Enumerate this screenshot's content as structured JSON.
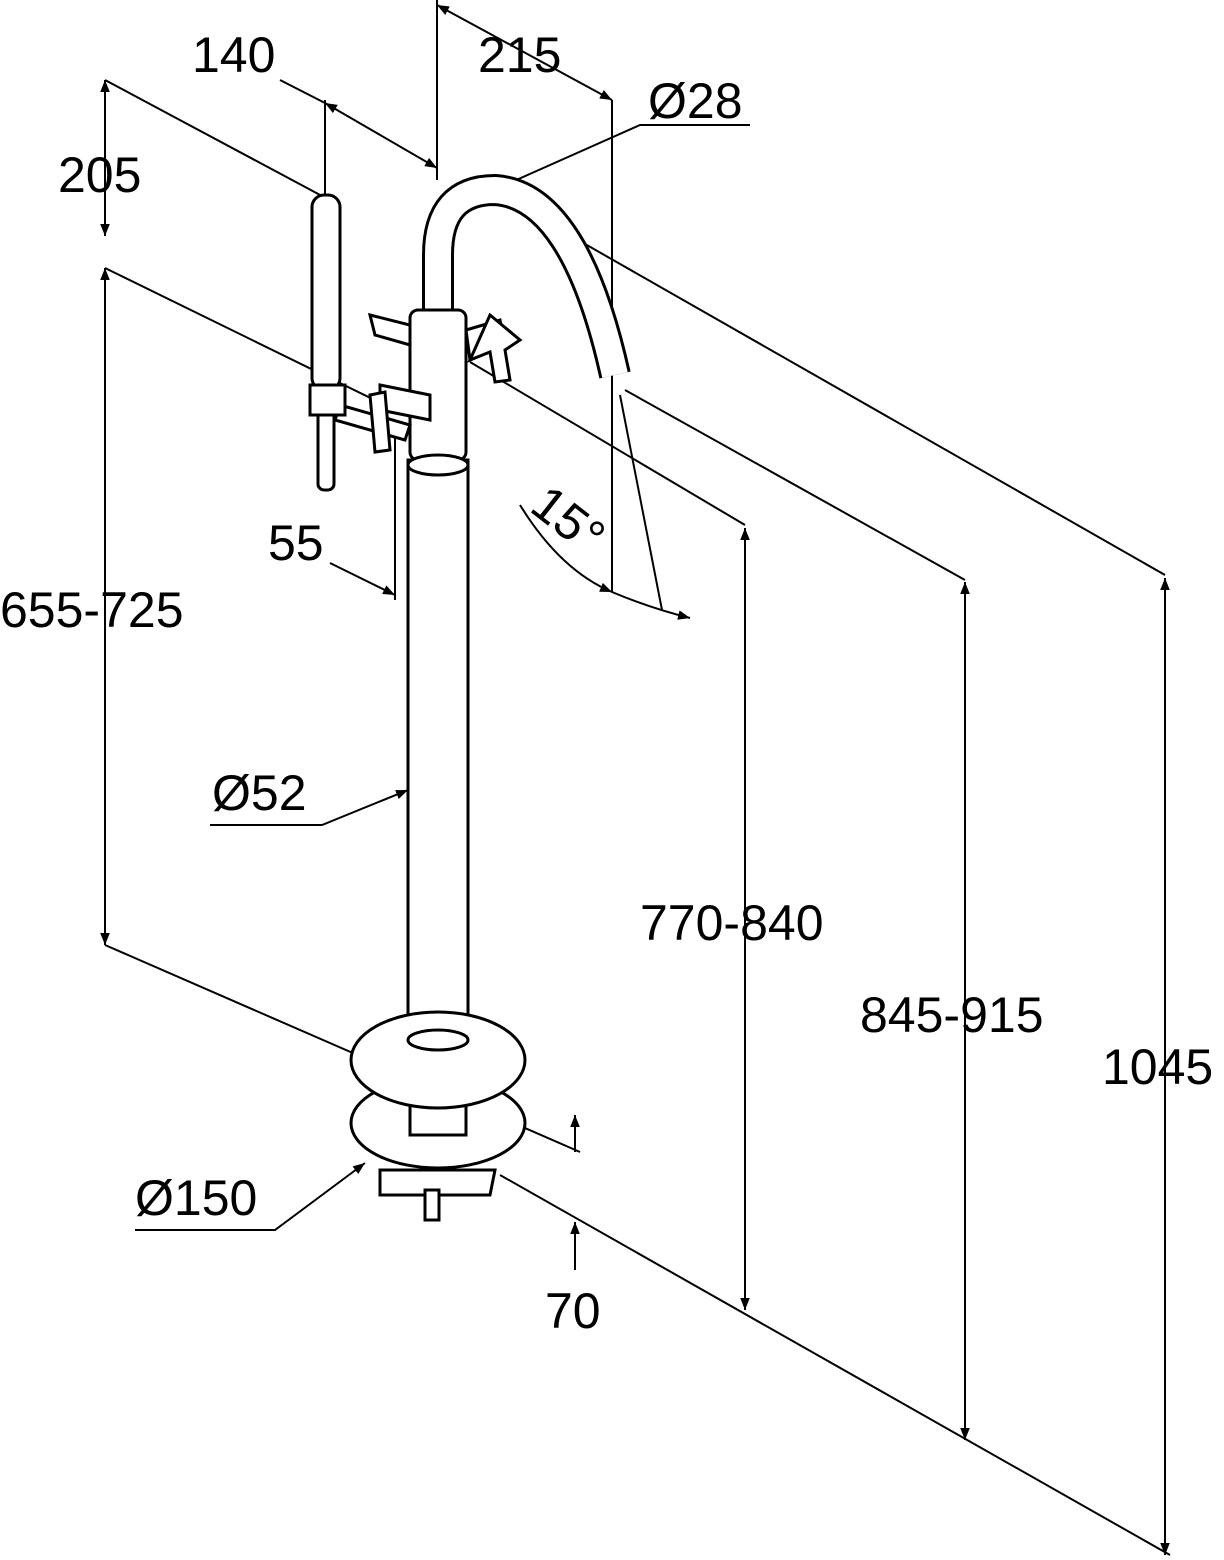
{
  "dimensions": {
    "handshower_offset": "140",
    "spout_reach": "215",
    "spout_diameter": "Ø28",
    "handshower_length": "205",
    "handshower_height": "655-725",
    "holder_offset": "55",
    "spout_angle": "15°",
    "pipe_diameter": "Ø52",
    "outlet_height": "770-840",
    "spout_top_height": "845-915",
    "total_height": "1045",
    "base_diameter": "Ø150",
    "base_height": "70"
  }
}
